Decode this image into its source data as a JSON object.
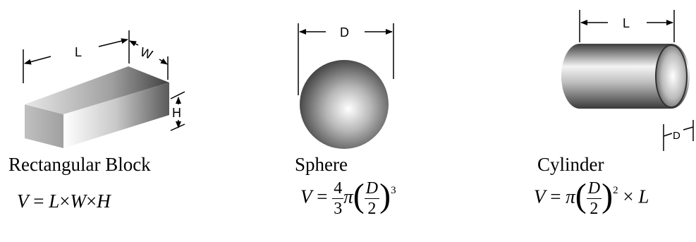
{
  "shapes": [
    {
      "id": "rectangular-block",
      "caption": "Rectangular Block",
      "dims": [
        "L",
        "W",
        "H"
      ],
      "formula": {
        "V": "V",
        "eq": "=",
        "L": "L",
        "times": "×",
        "W": "W",
        "H": "H"
      }
    },
    {
      "id": "sphere",
      "caption": "Sphere",
      "dims": [
        "D"
      ],
      "formula": {
        "V": "V",
        "eq": "=",
        "num": "4",
        "den": "3",
        "pi": "π",
        "D": "D",
        "two": "2",
        "exp": "3"
      }
    },
    {
      "id": "cylinder",
      "caption": "Cylinder",
      "dims": [
        "L",
        "D"
      ],
      "formula": {
        "V": "V",
        "eq": "=",
        "pi": "π",
        "D": "D",
        "two": "2",
        "exp": "2",
        "times": "×",
        "L": "L"
      }
    }
  ]
}
